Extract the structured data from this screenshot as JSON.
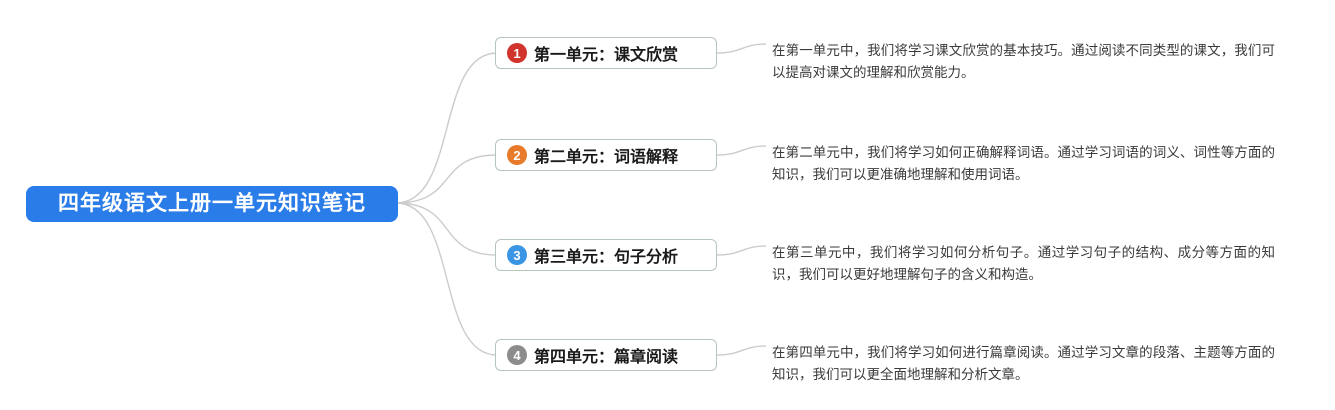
{
  "root": {
    "label": "四年级语文上册一单元知识笔记",
    "bg_color": "#2a7ce8",
    "text_color": "#ffffff"
  },
  "branches": [
    {
      "number": "1",
      "badge_color": "#d0342c",
      "label": "第一单元：课文欣赏",
      "description": "在第一单元中，我们将学习课文欣赏的基本技巧。通过阅读不同类型的课文，我们可以提高对课文的理解和欣赏能力。"
    },
    {
      "number": "2",
      "badge_color": "#e87a2b",
      "label": "第二单元：词语解释",
      "description": "在第二单元中，我们将学习如何正确解释词语。通过学习词语的词义、词性等方面的知识，我们可以更准确地理解和使用词语。"
    },
    {
      "number": "3",
      "badge_color": "#3a95e4",
      "label": "第三单元：句子分析",
      "description": "在第三单元中，我们将学习如何分析句子。通过学习句子的结构、成分等方面的知识，我们可以更好地理解句子的含义和构造。"
    },
    {
      "number": "4",
      "badge_color": "#8c8c8c",
      "label": "第四单元：篇章阅读",
      "description": "在第四单元中，我们将学习如何进行篇章阅读。通过学习文章的段落、主题等方面的知识，我们可以更全面地理解和分析文章。"
    }
  ]
}
